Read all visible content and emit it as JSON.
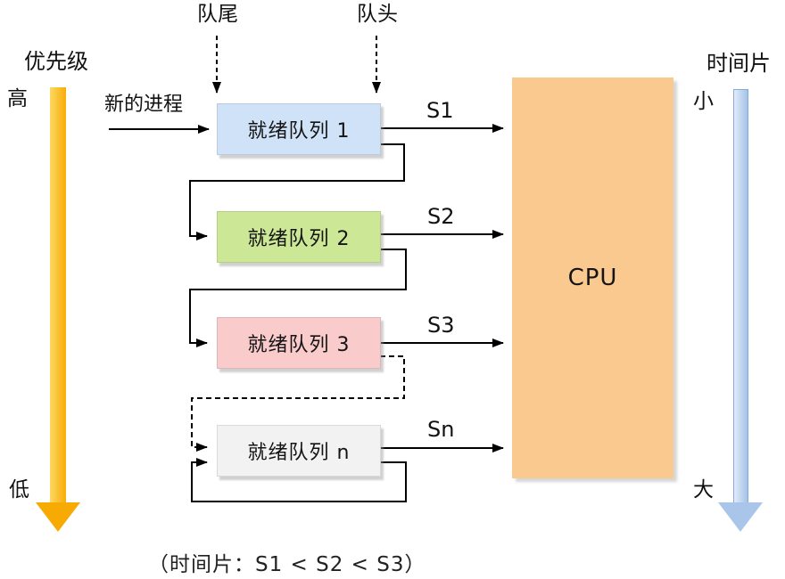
{
  "priority_axis": {
    "label": "优先级",
    "high": "高",
    "low": "低"
  },
  "timeslice_axis": {
    "label": "时间片",
    "small": "小",
    "large": "大"
  },
  "pointers": {
    "tail": "队尾",
    "head": "队头"
  },
  "new_process_label": "新的进程",
  "queues": [
    {
      "label": "就绪队列 1",
      "slice": "S1",
      "fill": "#cfe2f7"
    },
    {
      "label": "就绪队列 2",
      "slice": "S2",
      "fill": "#cce796"
    },
    {
      "label": "就绪队列 3",
      "slice": "S3",
      "fill": "#f9cbcb"
    },
    {
      "label": "就绪队列 n",
      "slice": "Sn",
      "fill": "#f2f2f2"
    }
  ],
  "cpu": {
    "label": "CPU",
    "fill": "#f9c98f"
  },
  "caption": "（时间片：S1 < S2 < S3）",
  "colors": {
    "priority_arrow": "#f7a904",
    "timeslice_arrow": "#a9c6ea",
    "connector": "#000000"
  }
}
